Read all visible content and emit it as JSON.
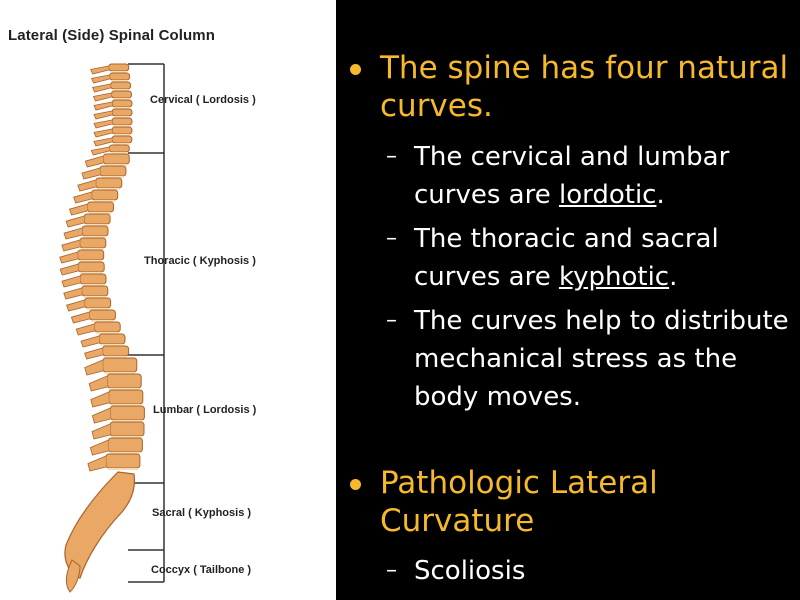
{
  "figure": {
    "title": "Lateral (Side) Spinal Column",
    "regions": [
      {
        "label": "Cervical ( Lordosis )"
      },
      {
        "label": "Thoracic ( Kyphosis )"
      },
      {
        "label": "Lumbar ( Lordosis )"
      },
      {
        "label": "Sacral ( Kyphosis )"
      },
      {
        "label": "Coccyx ( Tailbone )"
      }
    ],
    "colors": {
      "bone_fill": "#e9a866",
      "bone_stroke": "#a8632b",
      "disc": "#f6dcb6",
      "bracket": "#333333"
    }
  },
  "slide": {
    "bullet1": {
      "text": " The spine has four natural curves."
    },
    "sub1": {
      "pre": "The cervical and lumbar curves are ",
      "link": "lordotic",
      "post": "."
    },
    "sub2": {
      "pre": "The thoracic and sacral curves are ",
      "link": "kyphotic",
      "post": "."
    },
    "sub3": {
      "text": "The curves help to distribute mechanical stress as the body moves."
    },
    "bullet2": {
      "text": "Pathologic Lateral Curvature"
    },
    "sub4": {
      "text": "Scoliosis"
    },
    "dash_glyph": "–",
    "colors": {
      "background": "#000000",
      "heading": "#f7b92c",
      "body": "#ffffff"
    }
  }
}
